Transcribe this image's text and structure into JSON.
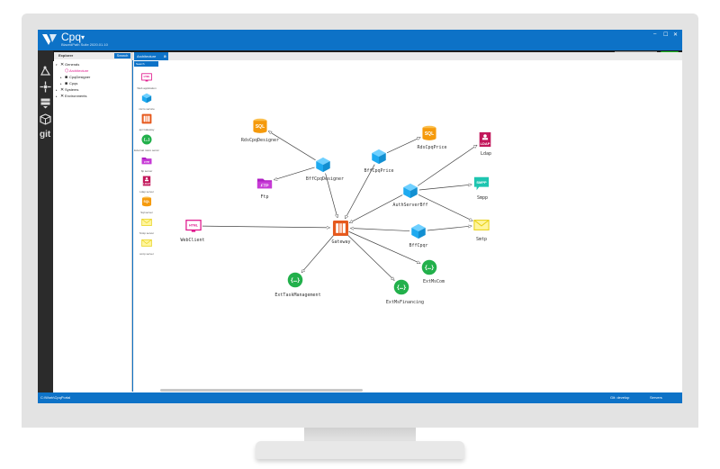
{
  "app": {
    "title": "Cpq",
    "caret": "▾",
    "subtitle": "BlazedPath Suite 2020.01.10",
    "window_controls": [
      "–",
      "☐",
      "✕"
    ]
  },
  "toolbar": {
    "environment_select": "Default",
    "run_label": "Run"
  },
  "explorer": {
    "title": "Explorer",
    "search_label": "Search",
    "tree": [
      {
        "label": "Generals",
        "icon": "tools-icon",
        "twisty": "▾"
      },
      {
        "label": "Architecture",
        "icon": "diagram-icon",
        "twisty": "",
        "selected": true
      },
      {
        "label": "CpqDesigner",
        "icon": "folder-icon",
        "twisty": "▸"
      },
      {
        "label": "Cpqs",
        "icon": "folder-icon",
        "twisty": "▸"
      },
      {
        "label": "Systems",
        "icon": "tools-icon",
        "twisty": "▸"
      },
      {
        "label": "Environments",
        "icon": "tools-icon",
        "twisty": "▸"
      }
    ]
  },
  "tabs": [
    {
      "label": "Architecture",
      "close": "⊗"
    }
  ],
  "palette": {
    "search_placeholder": "Search",
    "items": [
      {
        "label": "Web application",
        "icon": "web-icon"
      },
      {
        "label": "micro service",
        "icon": "cube-icon"
      },
      {
        "label": "api Gateway",
        "icon": "gateway-icon"
      },
      {
        "label": "External micro service",
        "icon": "external-icon"
      },
      {
        "label": "ftp server",
        "icon": "ftp-icon"
      },
      {
        "label": "Ldap server",
        "icon": "ldap-icon"
      },
      {
        "label": "Sql server",
        "icon": "sql-icon"
      },
      {
        "label": "Smtp server",
        "icon": "smtp-icon"
      },
      {
        "label": "smtp server",
        "icon": "mail-icon"
      }
    ]
  },
  "diagram": {
    "nodes": [
      {
        "id": "RdsCpqDesigner",
        "label": "RdsCpqDesigner",
        "icon": "sql-icon"
      },
      {
        "id": "BffCpqDesigner",
        "label": "BffCpqDesigner",
        "icon": "cube-icon"
      },
      {
        "id": "BffCpqPrice",
        "label": "BffCpqPrice",
        "icon": "cube-icon"
      },
      {
        "id": "RdsCpqPrice",
        "label": "RdsCpqPrice",
        "icon": "sql-icon"
      },
      {
        "id": "Ldap",
        "label": "Ldap",
        "icon": "ldap-icon"
      },
      {
        "id": "Ftp",
        "label": "Ftp",
        "icon": "ftp-icon"
      },
      {
        "id": "AuthServerBff",
        "label": "AuthServerBff",
        "icon": "cube-icon"
      },
      {
        "id": "Smpp",
        "label": "Smpp",
        "icon": "smpp-icon"
      },
      {
        "id": "Smtp",
        "label": "Smtp",
        "icon": "mail-icon"
      },
      {
        "id": "WebClient",
        "label": "WebClient",
        "icon": "web-icon"
      },
      {
        "id": "Gateway",
        "label": "Gateway",
        "icon": "gateway-icon"
      },
      {
        "id": "BffCpqr",
        "label": "BffCpqr",
        "icon": "cube-icon"
      },
      {
        "id": "ExtMsCom",
        "label": "ExtMsCom",
        "icon": "external-icon"
      },
      {
        "id": "ExtTaskManagement",
        "label": "ExtTaskManagement",
        "icon": "external-icon"
      },
      {
        "id": "ExtMsFinancing",
        "label": "ExtMsFinancing",
        "icon": "external-icon"
      }
    ],
    "icon_texts": {
      "sql": "SQL",
      "ftp": "FTP",
      "ldap": "LDAP",
      "smpp": "SMPP",
      "web": "HTML"
    },
    "edges": [
      [
        "BffCpqDesigner",
        "RdsCpqDesigner"
      ],
      [
        "BffCpqDesigner",
        "Ftp"
      ],
      [
        "BffCpqDesigner",
        "Gateway"
      ],
      [
        "BffCpqPrice",
        "RdsCpqPrice"
      ],
      [
        "BffCpqPrice",
        "Gateway"
      ],
      [
        "AuthServerBff",
        "Ldap"
      ],
      [
        "AuthServerBff",
        "Smpp"
      ],
      [
        "AuthServerBff",
        "Smtp"
      ],
      [
        "AuthServerBff",
        "Gateway"
      ],
      [
        "BffCpqr",
        "Smtp"
      ],
      [
        "BffCpqr",
        "Gateway"
      ],
      [
        "WebClient",
        "Gateway"
      ],
      [
        "Gateway",
        "ExtTaskManagement"
      ],
      [
        "Gateway",
        "ExtMsCom"
      ],
      [
        "Gateway",
        "ExtMsFinancing"
      ]
    ]
  },
  "status": {
    "path": "C:\\Work\\CpqPortal",
    "branch": "Git: develop",
    "servers": "Servers"
  },
  "colors": {
    "accent": "#0d72c7",
    "sql": "#f59a0c",
    "ftp": "#b01fc4",
    "ldap": "#c2185b",
    "smpp": "#1ec5b0",
    "mail": "#e9d21a",
    "cube": "#1eaaf0",
    "gateway": "#e65a1e",
    "external": "#22b04b",
    "web": "#e0178c"
  }
}
